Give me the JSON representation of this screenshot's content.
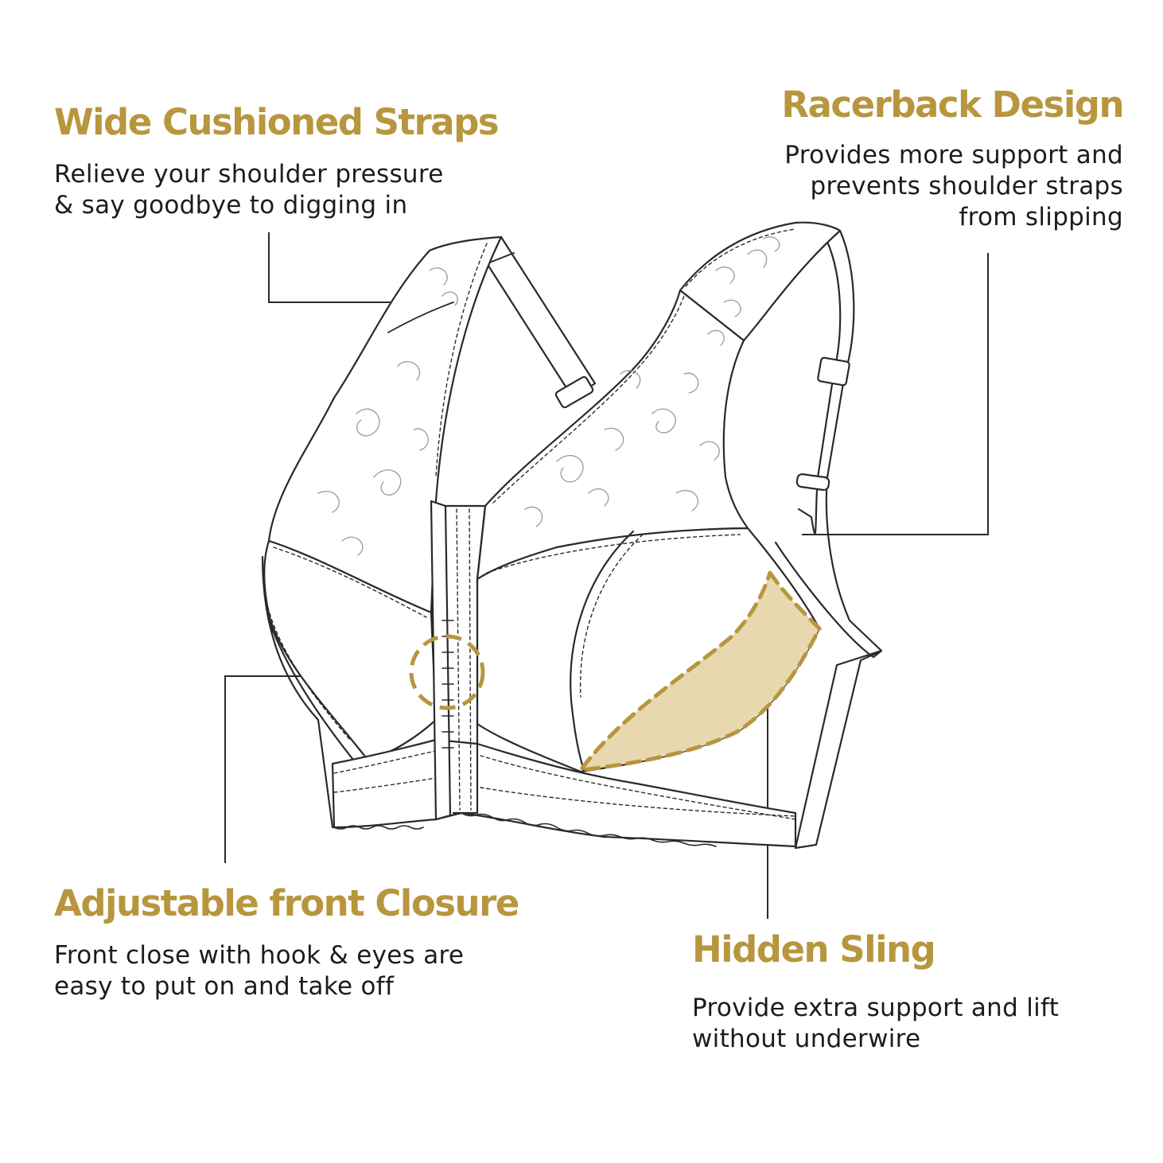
{
  "colors": {
    "accent": "#b8963e",
    "sling_fill": "#e8d8b0",
    "outline": "#2a2a2a",
    "text": "#1c1c1c"
  },
  "features": {
    "straps": {
      "title": "Wide Cushioned Straps",
      "description": "Relieve your shoulder pressure & say goodbye to digging in"
    },
    "racerback": {
      "title": "Racerback Design",
      "description": "Provides more support and prevents shoulder straps from slipping"
    },
    "closure": {
      "title": "Adjustable front Closure",
      "description": "Front close with hook & eyes are easy to put on and take off"
    },
    "sling": {
      "title": "Hidden Sling",
      "description": "Provide extra support and lift without underwire"
    }
  }
}
